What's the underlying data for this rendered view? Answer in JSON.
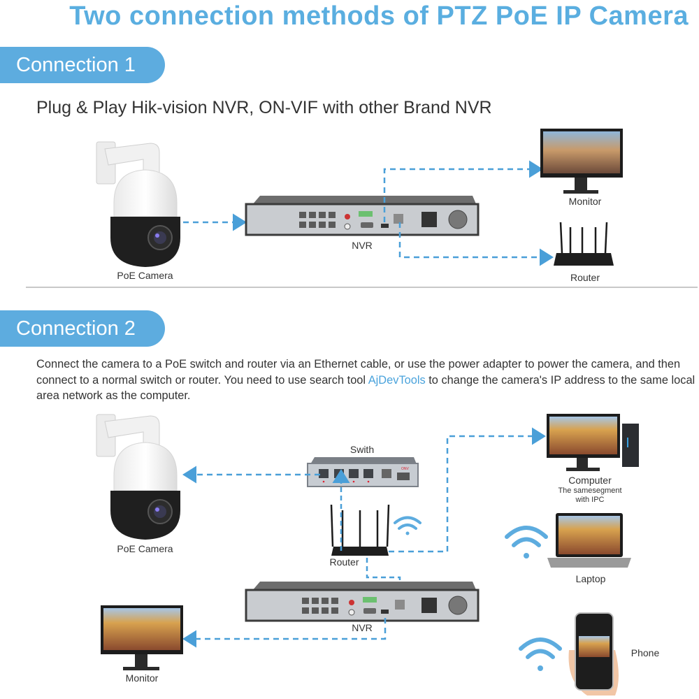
{
  "header": {
    "title": "Two connection methods of PTZ PoE IP Camera"
  },
  "colors": {
    "accent": "#5dacdf",
    "title": "#5aaee0",
    "link": "#4aa3dc",
    "connector": "#4a9fd8",
    "text": "#333333"
  },
  "connection1": {
    "badge": "Connection 1",
    "subtitle": "Plug & Play Hik-vision NVR, ON-VIF with other Brand NVR",
    "devices": {
      "camera": "PoE Camera",
      "nvr": "NVR",
      "monitor": "Monitor",
      "router": "Router"
    },
    "links": [
      {
        "from": "PoE Camera",
        "to": "NVR"
      },
      {
        "from": "NVR",
        "to": "Monitor"
      },
      {
        "from": "NVR",
        "to": "Router"
      }
    ]
  },
  "connection2": {
    "badge": "Connection 2",
    "description_before": "Connect the camera to a PoE switch and router via an Ethernet cable, or use the power adapter to power the camera, and then connect to a normal switch or router. You need to use search tool ",
    "description_link": "AjDevTools",
    "description_after": " to change the camera's IP address to the same local area network as the computer.",
    "devices": {
      "camera": "PoE Camera",
      "switch": "Swith",
      "router": "Router",
      "computer": "Computer",
      "computer_note_line1": "The samesegment",
      "computer_note_line2": "with IPC",
      "laptop": "Laptop",
      "nvr": "NVR",
      "monitor": "Monitor",
      "phone": "Phone"
    },
    "links": [
      {
        "from": "Swith",
        "to": "PoE Camera"
      },
      {
        "from": "Router",
        "to": "Swith"
      },
      {
        "from": "Router",
        "to": "Computer"
      },
      {
        "from": "Router",
        "to": "NVR"
      },
      {
        "from": "NVR",
        "to": "Monitor"
      },
      {
        "from": "Router",
        "to": "Laptop",
        "type": "wifi"
      },
      {
        "from": "Router",
        "to": "Phone",
        "type": "wifi"
      }
    ]
  }
}
